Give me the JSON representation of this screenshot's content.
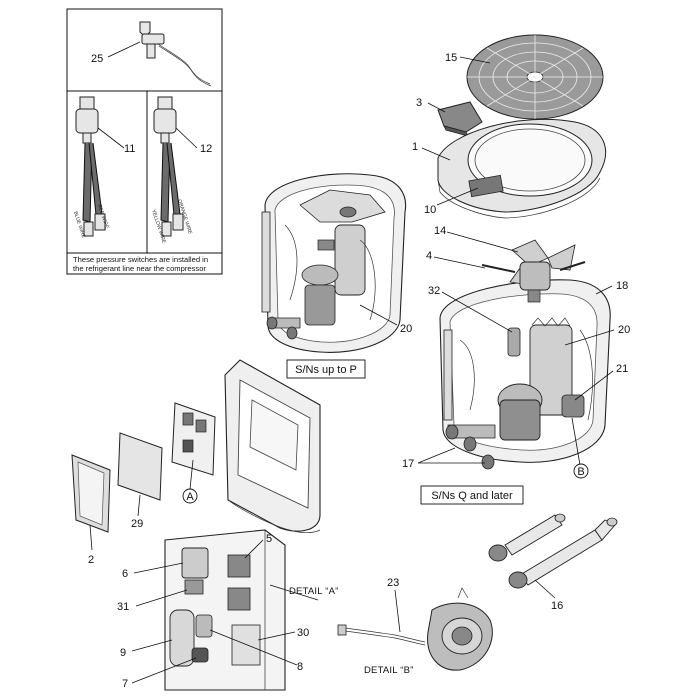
{
  "callouts": {
    "p1": "1",
    "p2": "2",
    "p3": "3",
    "p4": "4",
    "p5": "5",
    "p6": "6",
    "p7": "7",
    "p8": "8",
    "p9": "9",
    "p10": "10",
    "p11": "11",
    "p12": "12",
    "p14": "14",
    "p15": "15",
    "p16": "16",
    "p17": "17",
    "p18": "18",
    "p20a": "20",
    "p20b": "20",
    "p21": "21",
    "p23": "23",
    "p25": "25",
    "p29": "29",
    "p30": "30",
    "p31": "31",
    "p32": "32"
  },
  "circle_markers": {
    "a": "A",
    "b": "B"
  },
  "wire_labels": {
    "red": "RED WIRE",
    "blue": "BLUE WIRE",
    "orange": "ORANGE WIRE",
    "yellow": "YELLOW WIRE"
  },
  "note": {
    "line1": "These pressure switches are installed in",
    "line2": "the refrigerant line near the compressor"
  },
  "captions": {
    "upto_p": "S/Ns up to P",
    "q_later": "S/Ns Q and later"
  },
  "details": {
    "a": "DETAIL “A”",
    "b": "DETAIL “B”"
  }
}
